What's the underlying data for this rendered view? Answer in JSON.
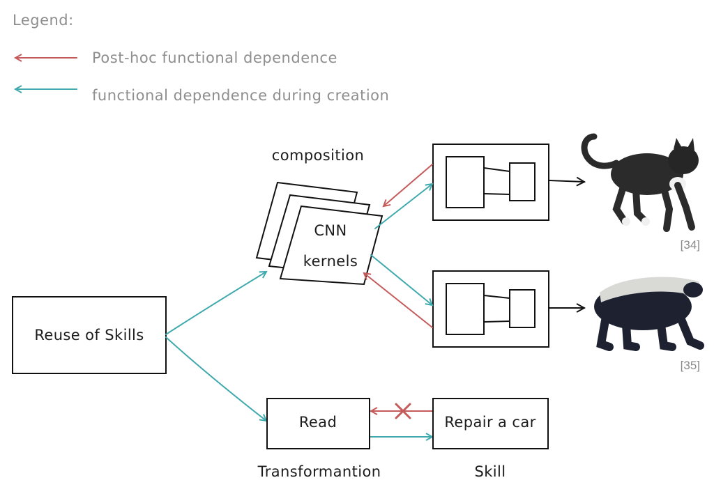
{
  "legend": {
    "title": "Legend:",
    "items": [
      {
        "label": "Post-hoc functional dependence",
        "color": "#c45a5a"
      },
      {
        "label": "functional dependence during creation",
        "color": "#3fa9ad"
      }
    ]
  },
  "nodes": {
    "reuse": "Reuse of Skills",
    "composition_title": "composition",
    "cnn_line1": "CNN",
    "cnn_line2": "kernels",
    "read": "Read",
    "repair": "Repair a car",
    "transformation_caption": "Transformantion",
    "skill_caption": "Skill"
  },
  "images": {
    "cat_caption": "[34]",
    "badger_caption": "[35]"
  },
  "colors": {
    "posthoc": "#c45a5a",
    "creation": "#3fa9ad",
    "ink": "#111111"
  }
}
